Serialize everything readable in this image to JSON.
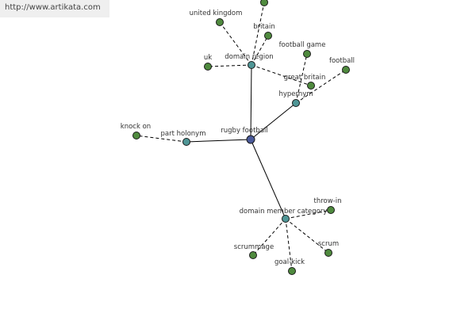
{
  "header": {
    "url": "http://www.artikata.com"
  },
  "colors": {
    "center_node": "#4a5a9a",
    "relation_node": "#4f9696",
    "word_node": "#4f8a3e"
  },
  "graph": {
    "center": {
      "id": "rugby-football",
      "label": "rugby football"
    },
    "relations": [
      {
        "id": "domain-region",
        "label": "domain region"
      },
      {
        "id": "hypernym",
        "label": "hypernym"
      },
      {
        "id": "part-holonym",
        "label": "part holonym"
      },
      {
        "id": "domain-member-category",
        "label": "domain member category"
      }
    ],
    "words": [
      {
        "id": "top-unlabeled",
        "label": "",
        "relation": "domain-region"
      },
      {
        "id": "united-kingdom",
        "label": "united kingdom",
        "relation": "domain-region"
      },
      {
        "id": "britain",
        "label": "britain",
        "relation": "domain-region"
      },
      {
        "id": "uk",
        "label": "uk",
        "relation": "domain-region"
      },
      {
        "id": "great-britain",
        "label": "great britain",
        "relation": "domain-region"
      },
      {
        "id": "football-game",
        "label": "football game",
        "relation": "hypernym"
      },
      {
        "id": "football",
        "label": "football",
        "relation": "hypernym"
      },
      {
        "id": "knock-on",
        "label": "knock on",
        "relation": "part-holonym"
      },
      {
        "id": "throw-in",
        "label": "throw-in",
        "relation": "domain-member-category"
      },
      {
        "id": "scrummage",
        "label": "scrummage",
        "relation": "domain-member-category"
      },
      {
        "id": "scrum",
        "label": "scrum",
        "relation": "domain-member-category"
      },
      {
        "id": "goal-kick",
        "label": "goal-kick",
        "relation": "domain-member-category"
      }
    ]
  }
}
